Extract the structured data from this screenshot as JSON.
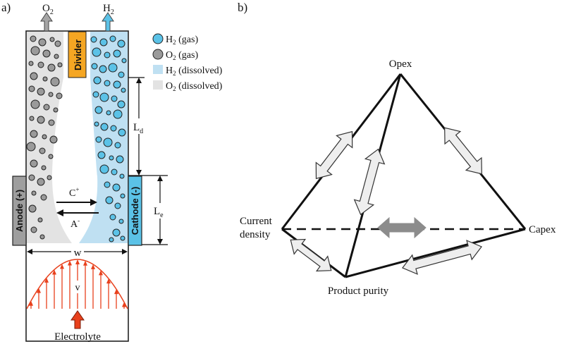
{
  "panel_a": {
    "label": "a)",
    "top_arrows": {
      "o2": "O",
      "o2_sub": "2",
      "h2": "H",
      "h2_sub": "2"
    },
    "divider_label": "Divider",
    "anode_label": "Anode (+)",
    "cathode_label": "Cathode (-)",
    "legend": [
      {
        "text": "H",
        "sub": "2",
        "suffix": " (gas)",
        "color": "#5bc2e7",
        "shape": "circle"
      },
      {
        "text": "O",
        "sub": "2",
        "suffix": " (gas)",
        "color": "#9a9a9a",
        "shape": "circle"
      },
      {
        "text": "H",
        "sub": "2",
        "suffix": " (dissolved)",
        "color": "#bfe0f2",
        "shape": "square"
      },
      {
        "text": "O",
        "sub": "2",
        "suffix": " (dissolved)",
        "color": "#e3e3e3",
        "shape": "square"
      }
    ],
    "ld": {
      "text": "L",
      "sub": "d"
    },
    "le": {
      "text": "L",
      "sub": "e"
    },
    "cation": {
      "text": "C",
      "sup": "+"
    },
    "anion": {
      "text": "A",
      "sup": "-"
    },
    "width_label": "w",
    "velocity_label": "v",
    "electrolyte_label": "Electrolyte",
    "colors": {
      "h2_bubble": "#5bc2e7",
      "o2_bubble": "#9a9a9a",
      "h2_dissolved": "#bfe0f2",
      "o2_dissolved": "#e3e3e3",
      "divider": "#f5a623",
      "electrode": "#9e9e9e",
      "velocity": "#e8401c"
    }
  },
  "panel_b": {
    "label": "b)",
    "vertices": {
      "opex": "Opex",
      "capex": "Capex",
      "current_density_line1": "Current",
      "current_density_line2": "density",
      "product_purity": "Product purity"
    }
  }
}
